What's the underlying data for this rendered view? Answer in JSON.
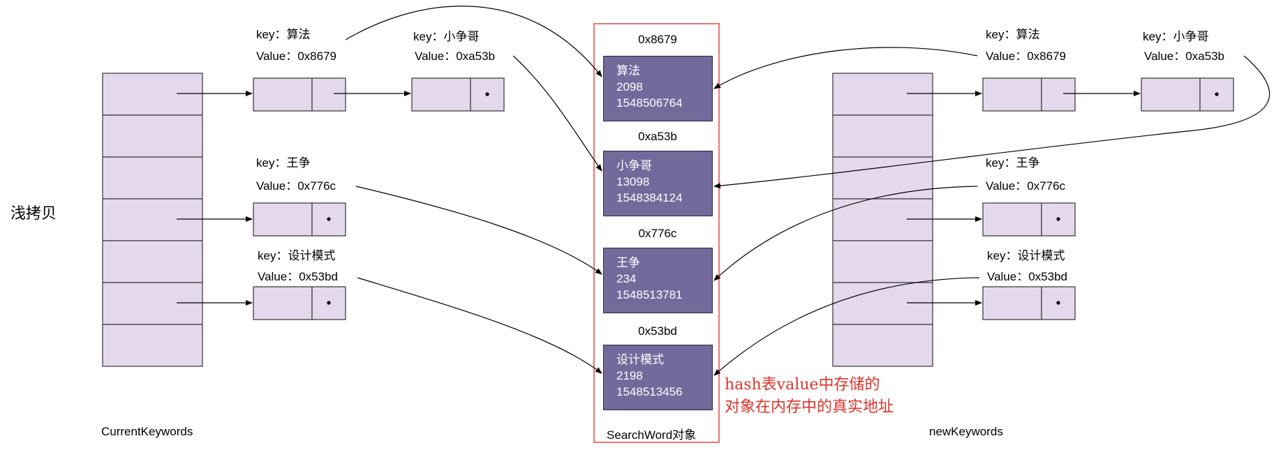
{
  "title": "浅拷贝",
  "current_keywords": {
    "label": "CurrentKeywords",
    "entries": [
      {
        "key": "key：算法",
        "value": "Value：0x8679"
      },
      {
        "key": "key：小争哥",
        "value": "Value：0xa53b"
      },
      {
        "key": "key：王争",
        "value": "Value：0x776c"
      },
      {
        "key": "key：设计模式",
        "value": "Value：0x53bd"
      }
    ]
  },
  "new_keywords": {
    "label": "newKeywords",
    "entries": [
      {
        "key": "key：算法",
        "value": "Value：0x8679"
      },
      {
        "key": "key：小争哥",
        "value": "Value：0xa53b"
      },
      {
        "key": "key：王争",
        "value": "Value：0x776c"
      },
      {
        "key": "key：设计模式",
        "value": "Value：0x53bd"
      }
    ]
  },
  "search_words": {
    "label": "SearchWord对象",
    "objects": [
      {
        "address": "0x8679",
        "keyword": "算法",
        "count": "2098",
        "timestamp": "1548506764"
      },
      {
        "address": "0xa53b",
        "keyword": "小争哥",
        "count": "13098",
        "timestamp": "1548384124"
      },
      {
        "address": "0x776c",
        "keyword": "王争",
        "count": "234",
        "timestamp": "1548513781"
      },
      {
        "address": "0x53bd",
        "keyword": "设计模式",
        "count": "2198",
        "timestamp": "1548513456"
      }
    ]
  },
  "annotation": {
    "line1": "hash表value中存储的",
    "line2": "对象在内存中的真实地址"
  },
  "colors": {
    "table_fill": "#e4d9ec",
    "object_fill": "#736a9c",
    "frame": "#e04848",
    "annotation": "#d9342b"
  }
}
